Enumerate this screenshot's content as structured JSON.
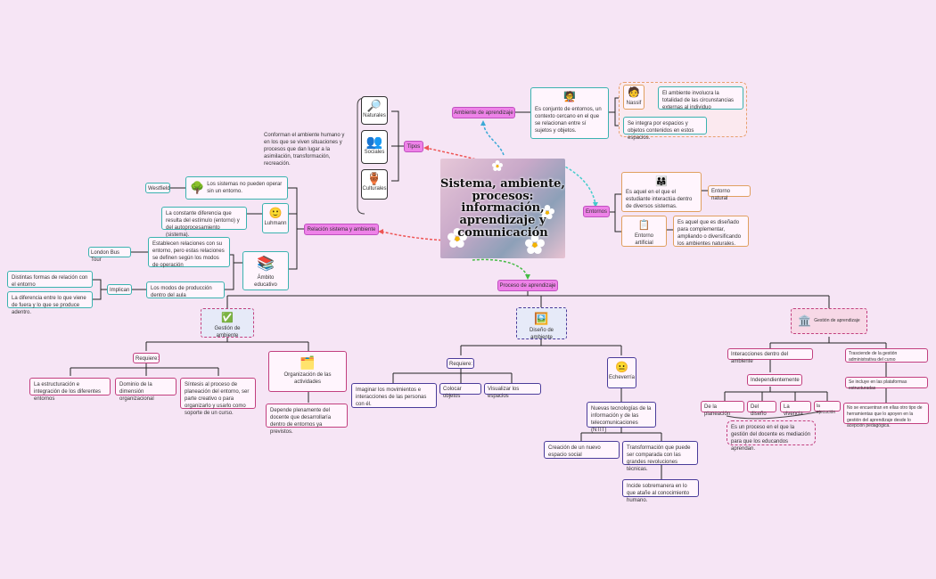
{
  "central": {
    "title": "Sistema, ambiente, procesos: información, aprendizaje y comunicación"
  },
  "tipos": {
    "label": "Tipos",
    "description": "Conforman el ambiente humano y en los que se viven situaciones y procesos que dan lugar a la asimilación, transformación, recreación.",
    "items": [
      "Naturales",
      "Sociales",
      "Culturales"
    ]
  },
  "ambiente_aprendizaje": {
    "label": "Ambiente de aprendizaje",
    "definition": "Es conjunto de entornos, un contexto cercano en el que se relacionan entre sí sujetos y objetos.",
    "nassif_label": "Nassif",
    "nassif_text": "El ambiente involucra la totalidad de las circunstancias externas al individuo",
    "spaces_text": "Se integra por espacios y objetos contenidos en estos espacios."
  },
  "entornos": {
    "label": "Entornos",
    "natural_def": "Es aquel en el que el estudiante interactúa dentro de diversos sistemas.",
    "natural_label": "Entorno natural",
    "artificial_label": "Entorno artificial",
    "artificial_def": "Es aquel que es diseñado para complementar, ampliando o diversificando los ambientes naturales."
  },
  "relacion": {
    "label": "Relación sistema y ambiente",
    "westfield": "Westfield",
    "westfield_text": "Los sistemas no pueden operar sin un entorno.",
    "luhmann": "Luhmann",
    "luhmann_text": "La constante diferencia que resulta del estímulo (entorno) y del autoprocesamiento (sistema).",
    "ambito": "Ámbito educativo",
    "london": "London Bus Tour",
    "london_text": "Establecen relaciones con su entorno, pero estas relaciones se definen según los modos de operación",
    "modos": "Los modos de producción dentro del aula",
    "implican": "Implican",
    "formas": "Distintas formas de relación con el entorno",
    "diferencia": "La diferencia entre lo que viene de fuera y lo que se produce adentro."
  },
  "proceso": {
    "label": "Proceso de aprendizaje",
    "gestion": {
      "label": "Gestión de ambiente",
      "requiere": "Requiere:",
      "req1": "La estructuración e integración de los diferentes entornos",
      "req2": "Dominio de la dimensión organizacional",
      "req3": "Síntesis al proceso de planeación del entorno, ser parte creativo o para organizarlo y usarlo como soporte de un curso.",
      "organizacion": "Organización de las actividades",
      "depende": "Depende plenamente del docente que desarrollaría dentro de entornos ya previstos."
    },
    "diseno": {
      "label": "Diseño de ambiente",
      "requiere": "Requiere:",
      "req1": "Imaginar los movimientos e interacciones de las personas con él.",
      "req2": "Colocar objetos",
      "req3": "Visualizar los espacios",
      "echeverria": "Echeverría",
      "nuevas": "Nuevas tecnologías de la información y de las telecomunicaciones (NTIT)",
      "creacion": "Creación de un nuevo espacio social",
      "transformacion": "Transformación que puede ser comparada con las grandes revoluciones técnicas.",
      "incide": "Incide sobremanera en lo que atañe al conocimiento humano."
    },
    "gestion_aprendizaje": {
      "label": "Gestión de aprendizaje",
      "interacciones": "Interacciones dentro del ambiente",
      "independientemente": "Independientemente",
      "items": [
        "De la planeación",
        "Del diseño",
        "La vivencia",
        "la ejecución"
      ],
      "proceso_text": "Es un proceso en el que la gestión del docente es mediación para que los educandos aprendan.",
      "trasciende": "Trasciende de la gestión administrativa del curso",
      "incluye": "Se incluye en las plataformas estructuradas",
      "no_se": "No se encuentran en ellas otro tipo de herramientas que lo apoyen en la gestión del aprendizaje desde lo acepción pedagógica."
    }
  }
}
